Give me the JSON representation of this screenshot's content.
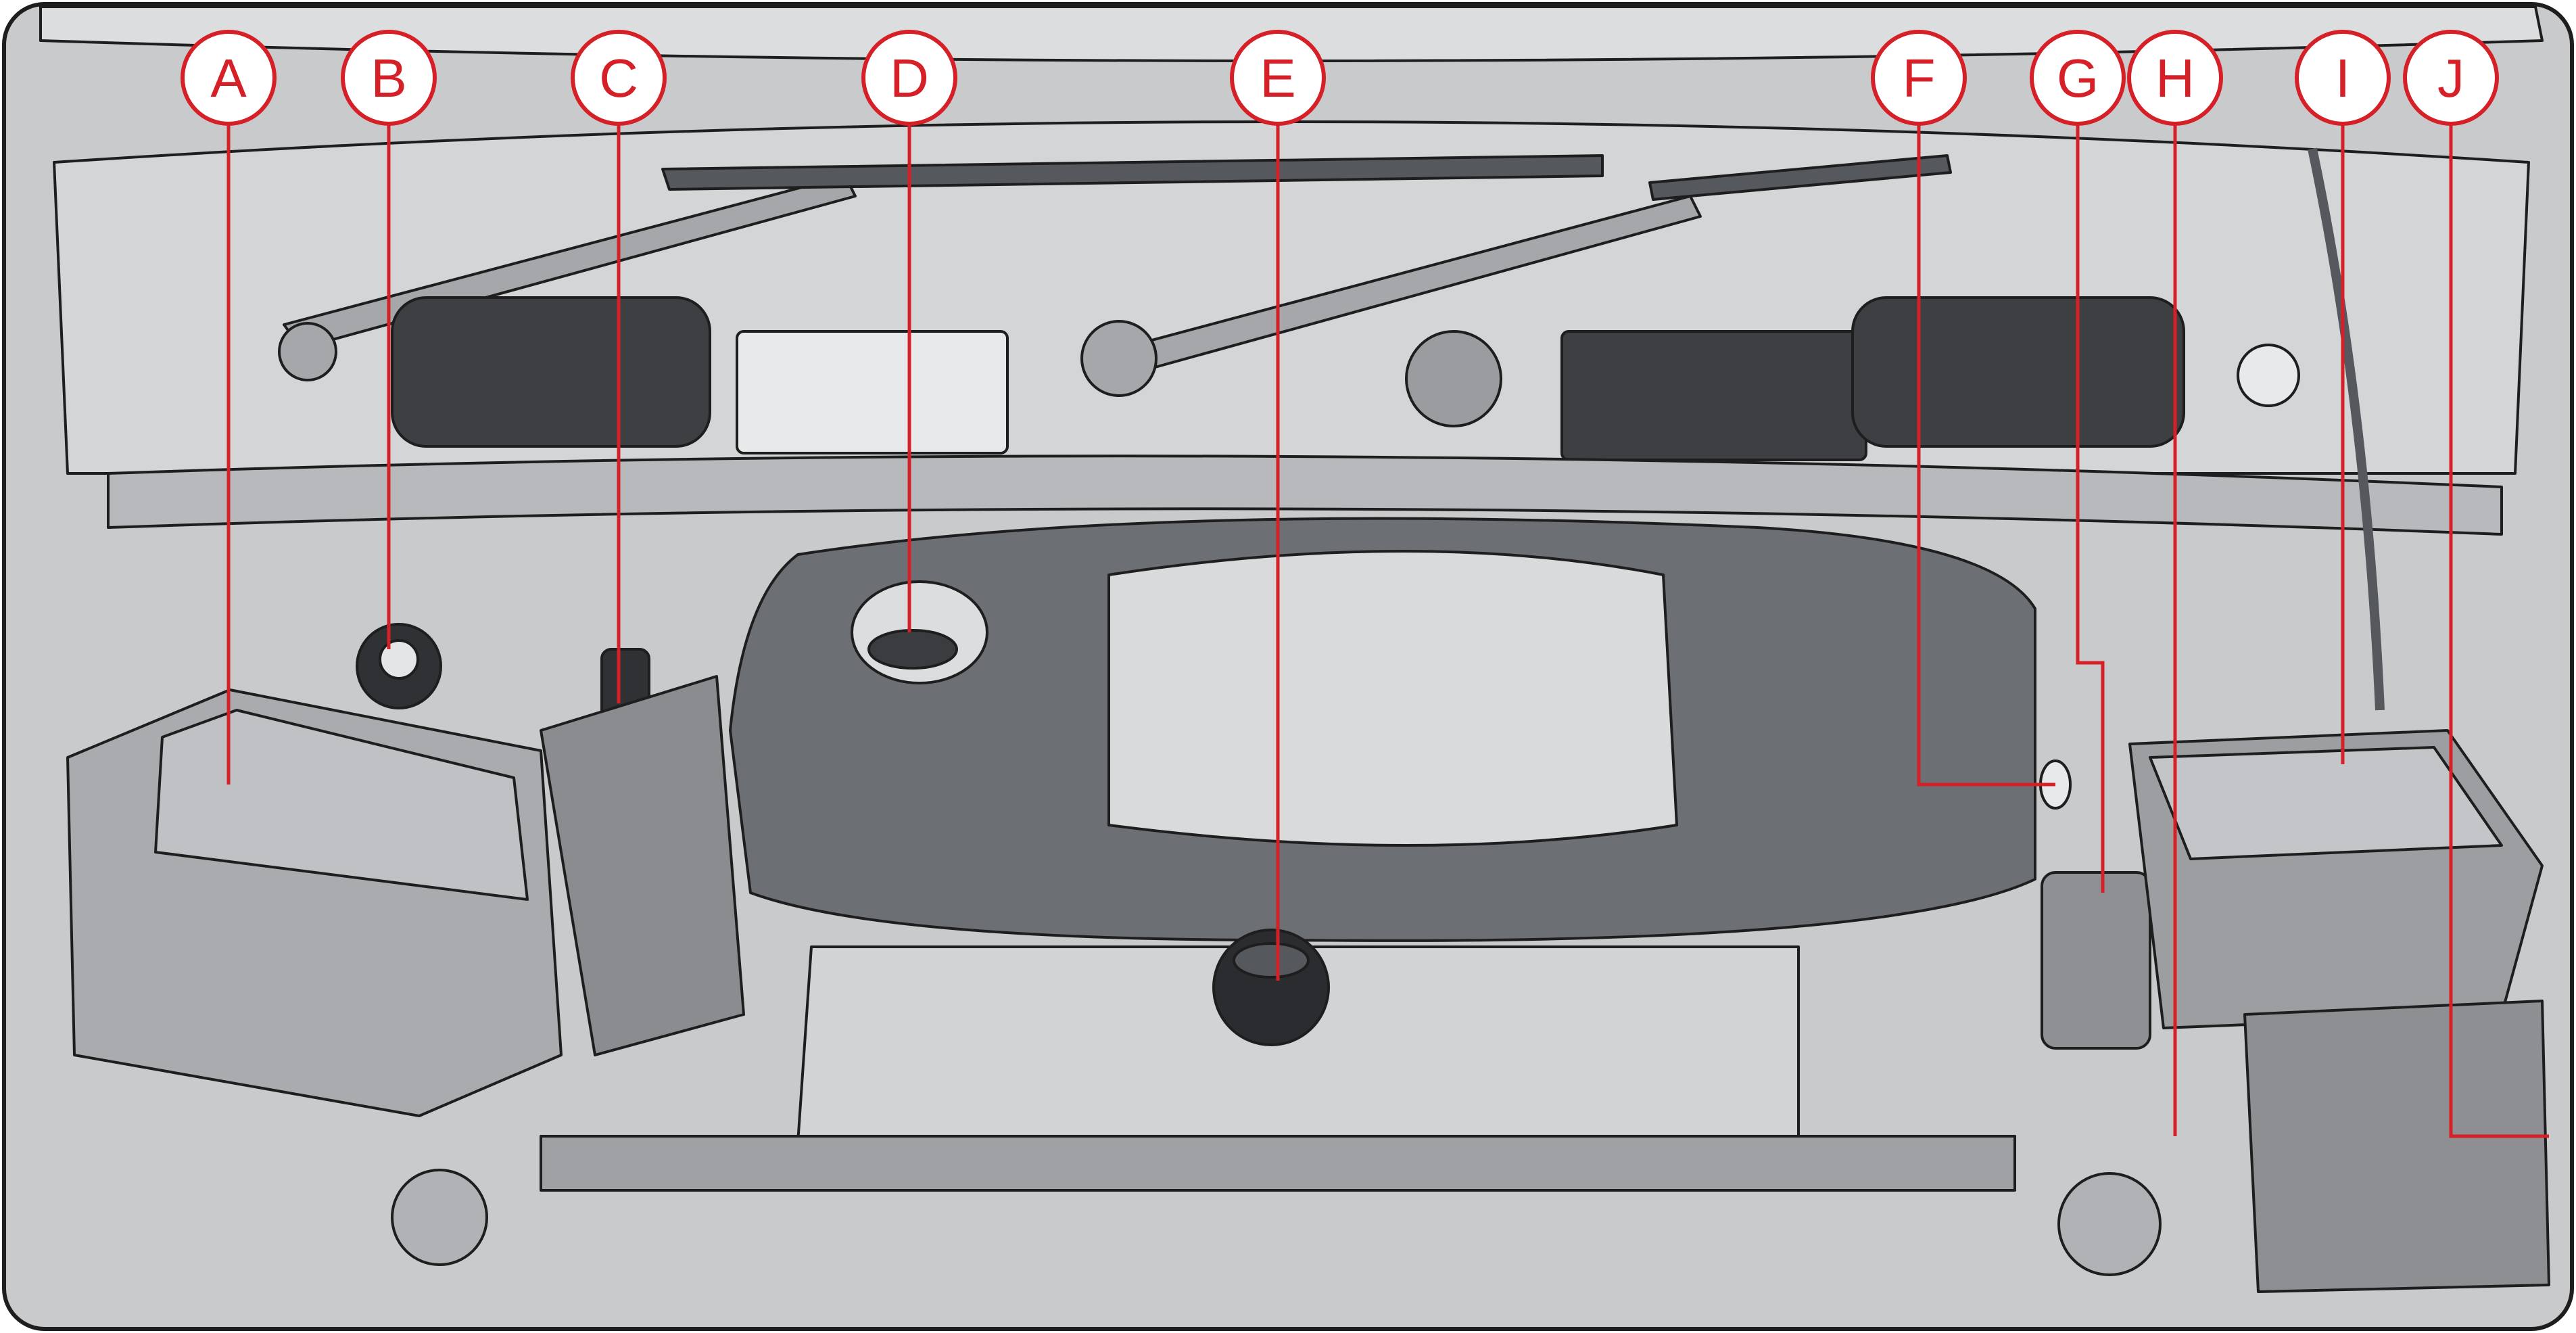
{
  "colors": {
    "frame": "#c8c9cb",
    "outline": "#1e1e1e",
    "light": "#e4e5e7",
    "mid": "#b4b6b9",
    "dark": "#6b6e72",
    "darker": "#4a4d52",
    "callout": "#d62027"
  },
  "callouts": [
    {
      "id": "a",
      "label": "A"
    },
    {
      "id": "b",
      "label": "B"
    },
    {
      "id": "c",
      "label": "C"
    },
    {
      "id": "d",
      "label": "D"
    },
    {
      "id": "e",
      "label": "E"
    },
    {
      "id": "f",
      "label": "F"
    },
    {
      "id": "g",
      "label": "G"
    },
    {
      "id": "h",
      "label": "H"
    },
    {
      "id": "i",
      "label": "I"
    },
    {
      "id": "j",
      "label": "J"
    }
  ]
}
